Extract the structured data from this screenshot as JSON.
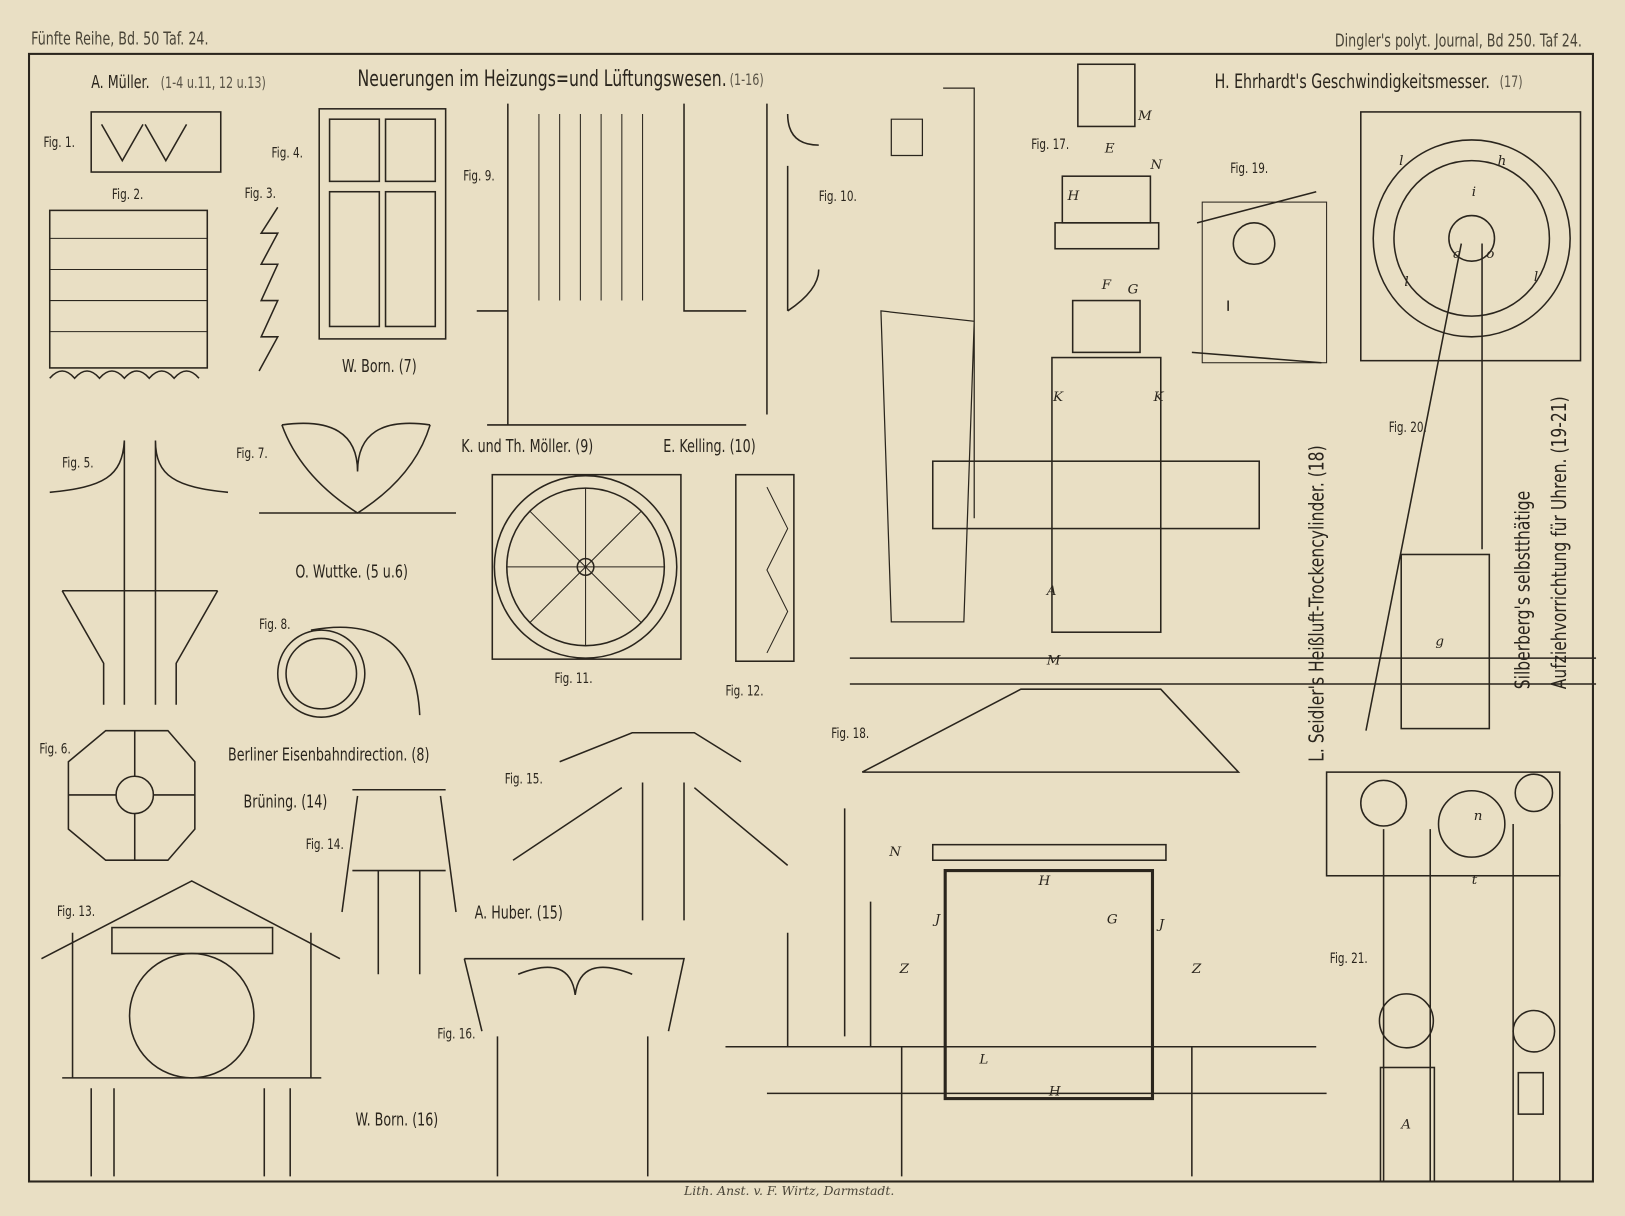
{
  "header": {
    "left": "Fünfte Reihe, Bd. 50 Taf. 24.",
    "right": "Dingler's polyt. Journal, Bd 250. Taf 24."
  },
  "titles": {
    "main": "Neuerungen im Heizungs=und Lüftungswesen.",
    "main_range": "(1-16)",
    "ehrhardt": "H. Ehrhardt's Geschwindigkeitsmesser.",
    "ehrhardt_range": "(17)",
    "seidler": "L. Seidler's Heißluft-Trockencylinder. (18)",
    "silberberg_1": "Silberberg's selbstthätige",
    "silberberg_2": "Aufziehvorrichtung für Uhren. (19-21)"
  },
  "authors": {
    "mueller": "A. Müller.",
    "mueller_range": "(1-4 u.11, 12 u.13)",
    "born7": "W. Born. (7)",
    "wuttke": "O. Wuttke. (5 u.6)",
    "moeller": "K. und Th. Möller. (9)",
    "kelling": "E. Kelling. (10)",
    "berliner": "Berliner Eisenbahndirection. (8)",
    "bruening": "Brüning. (14)",
    "huber": "A. Huber. (15)",
    "born16": "W. Born. (16)"
  },
  "figures": [
    "Fig. 1.",
    "Fig. 2.",
    "Fig. 3.",
    "Fig. 4.",
    "Fig. 5.",
    "Fig. 6.",
    "Fig. 7.",
    "Fig. 8.",
    "Fig. 9.",
    "Fig. 10.",
    "Fig. 11.",
    "Fig. 12.",
    "Fig. 13.",
    "Fig. 14.",
    "Fig. 15.",
    "Fig. 16.",
    "Fig. 17.",
    "Fig. 18.",
    "Fig. 19.",
    "Fig. 20.",
    "Fig. 21."
  ],
  "letters": {
    "fig17": [
      "M",
      "E",
      "N",
      "H",
      "F",
      "G",
      "K",
      "K",
      "A"
    ],
    "fig18": [
      "M",
      "N",
      "H",
      "G",
      "J",
      "J",
      "Z",
      "Z",
      "L",
      "H"
    ],
    "fig20": [
      "h",
      "i",
      "a",
      "o",
      "l",
      "l",
      "l",
      "g"
    ],
    "fig21": [
      "n",
      "t",
      "A"
    ]
  },
  "credit": "Lith. Anst. v. F. Wirtz, Darmstadt."
}
